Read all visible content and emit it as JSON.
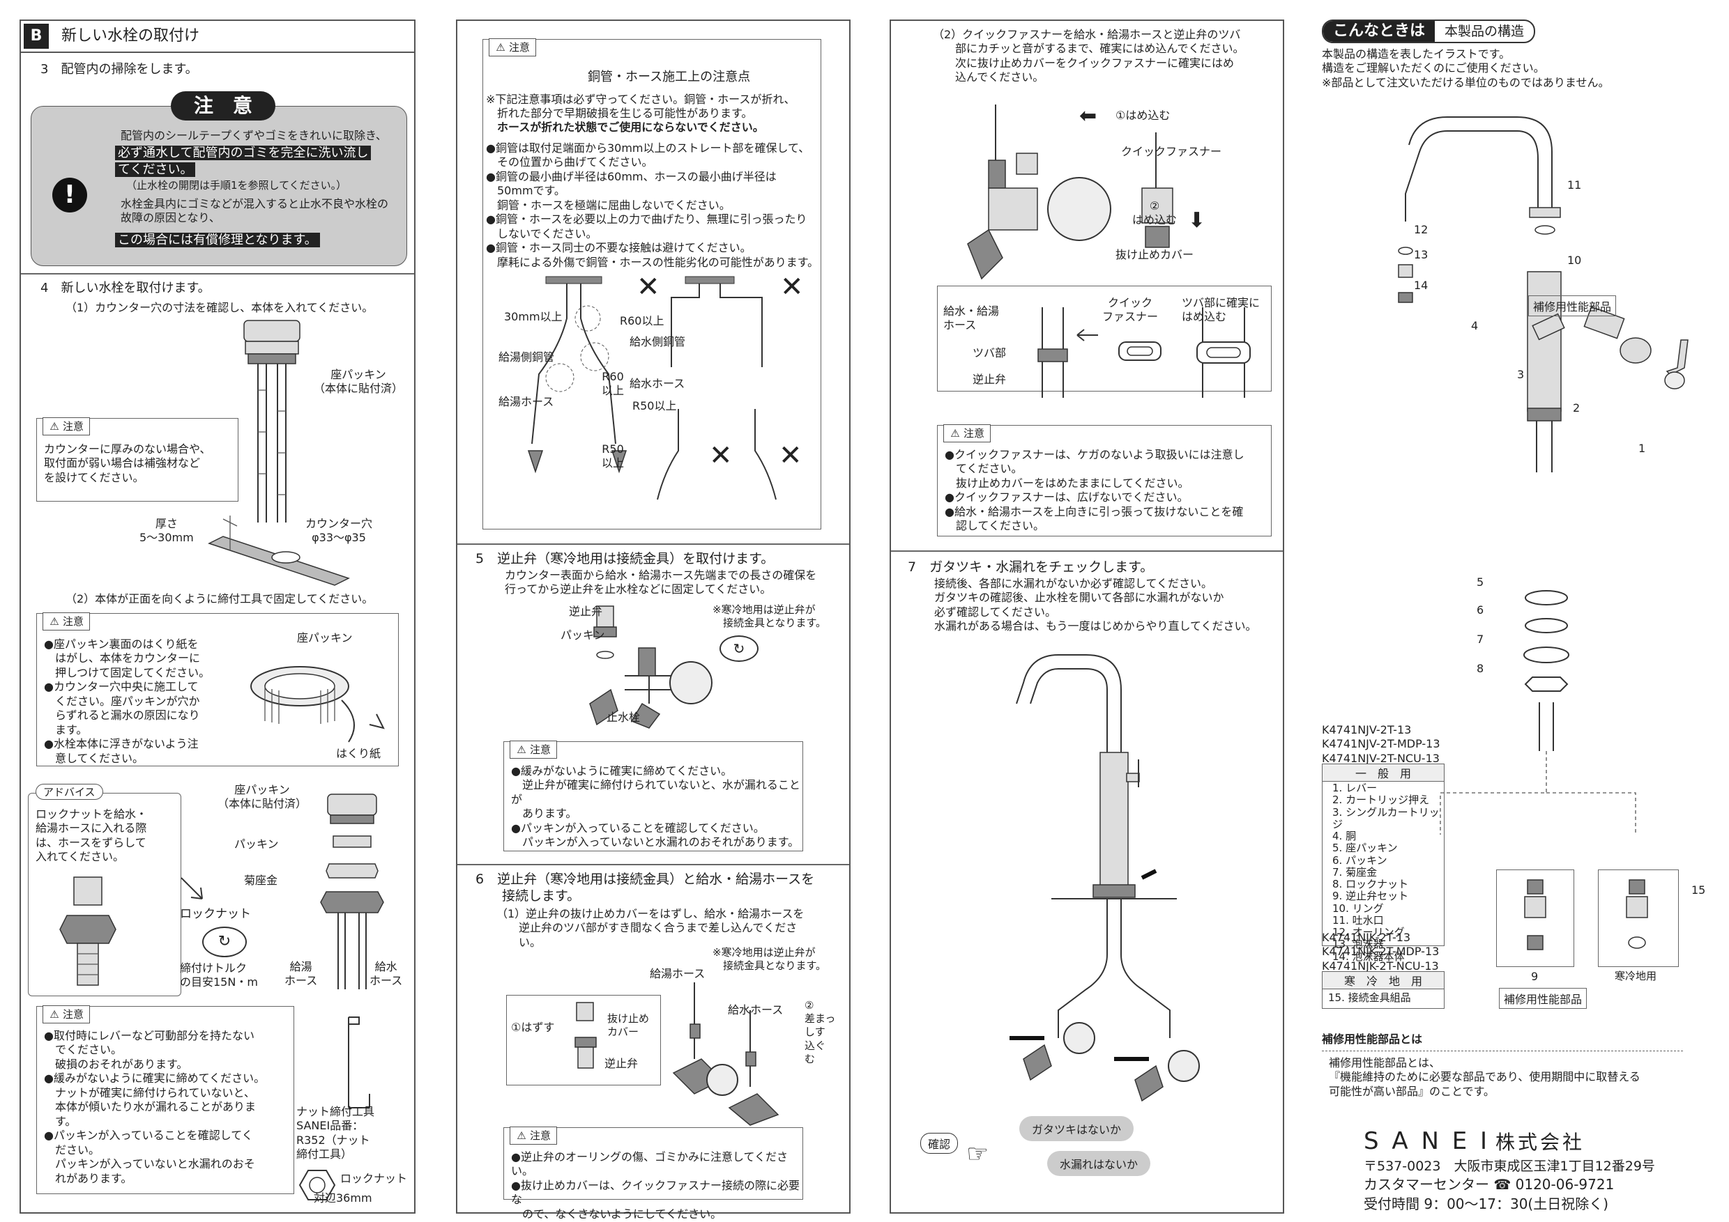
{
  "col1": {
    "badge": "B",
    "header": "新しい水栓の取付け",
    "step3": "3　配管内の掃除をします。",
    "caution_title": "注　意",
    "caution_l1": "配管内のシールテープくずやゴミをきれいに取除き、",
    "caution_hl1": "必ず通水して配管内のゴミを完全に洗い流し",
    "caution_hl2": "てください。",
    "caution_l2": "（止水栓の開閉は手順1を参照してください。）",
    "caution_l3": "水栓金具内にゴミなどが混入すると止水不良や水栓の\n故障の原因となり、",
    "caution_hl3": "この場合には有償修理となります。",
    "step4": "4　新しい水栓を取付けます。",
    "step4_1": "（1）カウンター穴の寸法を確認し、本体を入れてください。",
    "zapackin": "座パッキン\n（本体に貼付済）",
    "note_tag": "注意",
    "note1": "カウンターに厚みのない場合や、\n取付面が弱い場合は補強材など\nを設けてください。",
    "thickness": "厚さ\n5〜30mm",
    "hole": "カウンター穴\nφ33〜φ35",
    "step4_2": "（2）本体が正面を向くように締付工具で固定してください。",
    "note2": "●座パッキン裏面のはくり紙を\n　はがし、本体をカウンターに\n　押しつけて固定してください。\n●カウンター穴中央に施工して\n　ください。座パッキンが穴か\n　らずれると漏水の原因になり\n　ます。\n●水栓本体に浮きがないよう注\n　意してください。",
    "zapackin2": "座パッキン",
    "hakurishi": "はくり紙",
    "advice_tag": "アドバイス",
    "advice": "ロックナットを給水・\n給湯ホースに入れる際\nは、ホースをずらして\n入れてください。",
    "zapackin3": "座パッキン\n（本体に貼付済）",
    "packin": "パッキン",
    "kikuzagane": "菊座金",
    "locknut": "ロックナット",
    "torque": "締付けトルク\nの目安15N・m",
    "kyuto": "給湯\nホース",
    "kyusui": "給水\nホース",
    "note3": "●取付時にレバーなど可動部分を持たない\n　でください。\n　破損のおそれがあります。\n●緩みがないように確実に締めてください。\n　ナットが確実に締付けられていないと、\n　本体が傾いたり水が漏れることがありま\n　す。\n●パッキンが入っていることを確認してく\n　ださい。\n　パッキンが入っていないと水漏れのおそ\n　れがあります。",
    "tool": "ナット締付工具\nSANEI品番：\nR352（ナット\n締付工具）",
    "locknut2": "ロックナット",
    "taihen": "対辺36mm"
  },
  "col2": {
    "note_tag": "注意",
    "title": "銅管・ホース施工上の注意点",
    "p1": "※下記注意事項は必ず守ってください。銅管・ホースが折れ、\n　折れた部分で早期破損を生じる可能性があります。",
    "p1b": "　ホースが折れた状態でご使用にならないでください。",
    "p2": "●銅管は取付足端面から30mm以上のストレート部を確保して、\n　その位置から曲げてください。\n●銅管の最小曲げ半径は60mm、ホースの最小曲げ半径は\n　50mmです。\n　銅管・ホースを極端に屈曲しないでください。\n●銅管・ホースを必要以上の力で曲げたり、無理に引っ張ったり\n　しないでください。\n●銅管・ホース同士の不要な接触は避けてください。\n　摩耗による外傷で銅管・ホースの性能劣化の可能性があります。",
    "d30": "30mm以上",
    "r60": "R60以上",
    "kyusuidokan": "給水側銅管",
    "kyutodokan": "給湯側銅管",
    "r60b": "R60\n以上",
    "kyusuihose": "給水ホース",
    "r50": "R50以上",
    "kyutohose": "給湯ホース",
    "r50b": "R50\n以上",
    "step5": "5　逆止弁（寒冷地用は接続金具）を取付けます。",
    "step5d": "カウンター表面から給水・給湯ホース先端までの長さの確保を\n行ってから逆止弁を止水栓などに固定してください。",
    "note5a": "※寒冷地用は逆止弁が\n　接続金具となります。",
    "gyakushiben": "逆止弁",
    "packin": "パッキン",
    "shisuisen": "止水栓",
    "note5": "●緩みがないように確実に締めてください。\n　逆止弁が確実に締付けられていないと、水が漏れることが\n　あります。\n●パッキンが入っていることを確認してください。\n　パッキンが入っていないと水漏れのおそれがあります。",
    "step6": "6　逆止弁（寒冷地用は接続金具）と給水・給湯ホースを\n　　接続します。",
    "step6_1": "（1）逆止弁の抜け止めカバーをはずし、給水・給湯ホースを\n　　逆止弁のツバ部がすき間なく合うまで差し込んでくださ\n　　い。",
    "note6a": "※寒冷地用は逆止弁が\n　接続金具となります。",
    "kyusuihose2": "給水ホース",
    "hazusu": "①はずす",
    "nukedome": "抜け止め\nカバー",
    "gyakushiben2": "逆止弁",
    "sashikomu": "②\n差まっ\nしす\n込ぐ\nむ",
    "note6": "●逆止弁のオーリングの傷、ゴミかみに注意してください。\n●抜け止めカバーは、クイックファスナー接続の際に必要な\n　ので、なくさないようにしてください。"
  },
  "col3": {
    "step6_2": "（2）クイックファスナーを給水・給湯ホースと逆止弁のツバ\n　　部にカチッと音がするまで、確実にはめ込んでください。\n　　次に抜け止めカバーをクイックファスナーに確実にはめ\n　　込んでください。",
    "hamekomu1": "①はめ込む",
    "quick": "クイックファスナー",
    "hamekomu2": "②\nはめ込む",
    "nukedome": "抜け止めカバー",
    "kyusuikyuto": "給水・給湯\nホース",
    "quick2": "クイック\nファスナー",
    "tsuba": "ツバ部に確実に\nはめ込む",
    "tsubabu": "ツバ部",
    "gyakushiben": "逆止弁",
    "note_tag": "注意",
    "note": "●クイックファスナーは、ケガのないよう取扱いには注意し\n　てください。\n　抜け止めカバーをはめたままにしてください。\n●クイックファスナーは、広げないでください。\n●給水・給湯ホースを上向きに引っ張って抜けないことを確\n　認してください。",
    "step7": "7　ガタツキ・水漏れをチェックします。",
    "step7d": "接続後、各部に水漏れがないか必ず確認してください。\nガタツキの確認後、止水栓を開いて各部に水漏れがないか\n必ず確認してください。\n水漏れがある場合は、もう一度はじめからやり直してください。",
    "kakunin": "確認",
    "gatatsuki": "ガタツキはないか",
    "mizumore": "水漏れはないか"
  },
  "col4": {
    "tag1": "こんなときは",
    "tag2": "本製品の構造",
    "intro": "本製品の構造を表したイラストです。\n構造をご理解いただくのにご使用ください。\n※部品として注文いただける単位のものではありません。",
    "n11": "11",
    "n12": "12",
    "n13": "13",
    "n14": "14",
    "n10": "10",
    "n4": "4",
    "n3": "3",
    "n2": "2",
    "n1": "1",
    "n5": "5",
    "n6": "6",
    "n7": "7",
    "n8": "8",
    "n9": "9",
    "n15": "15",
    "hoshu": "補修用性能部品",
    "hoshu2": "補修用性能部品",
    "kanrei": "寒冷地用",
    "models1": "K4741NJV-2T-13\nK4741NJV-2T-MDP-13\nK4741NJV-2T-NCU-13",
    "ippan": "一　般　用",
    "parts": "1. レバー\n2. カートリッジ押え\n3. シングルカートリッジ\n4. 胴\n5. 座パッキン\n6. パッキン\n7. 菊座金\n8. ロックナット\n9. 逆止弁セット\n10. リング\n11. 吐水口\n12. オーリング\n13. 泡沫器\n14. 泡沫器本体",
    "models2": "K4741NJK-2T-13\nK4741NJK-2T-MDP-13\nK4741NJK-2T-NCU-13",
    "kanreihead": "寒　冷　地　用",
    "part15": "15. 接続金具組品",
    "hoshu_title": "補修用性能部品とは",
    "hoshu_desc": "補修用性能部品とは、\n『機能維持のために必要な部品であり、使用期間中に取替える\n可能性が高い部品』のことです。",
    "company1": "S A N E I",
    "company2": "株式会社",
    "address": "〒537-0023　大阪市東成区玉津1丁目12番29号",
    "customer": "カスタマーセンター ☎ 0120-06-9721",
    "hours": "受付時間 9：00〜17：30(土日祝除く)"
  }
}
